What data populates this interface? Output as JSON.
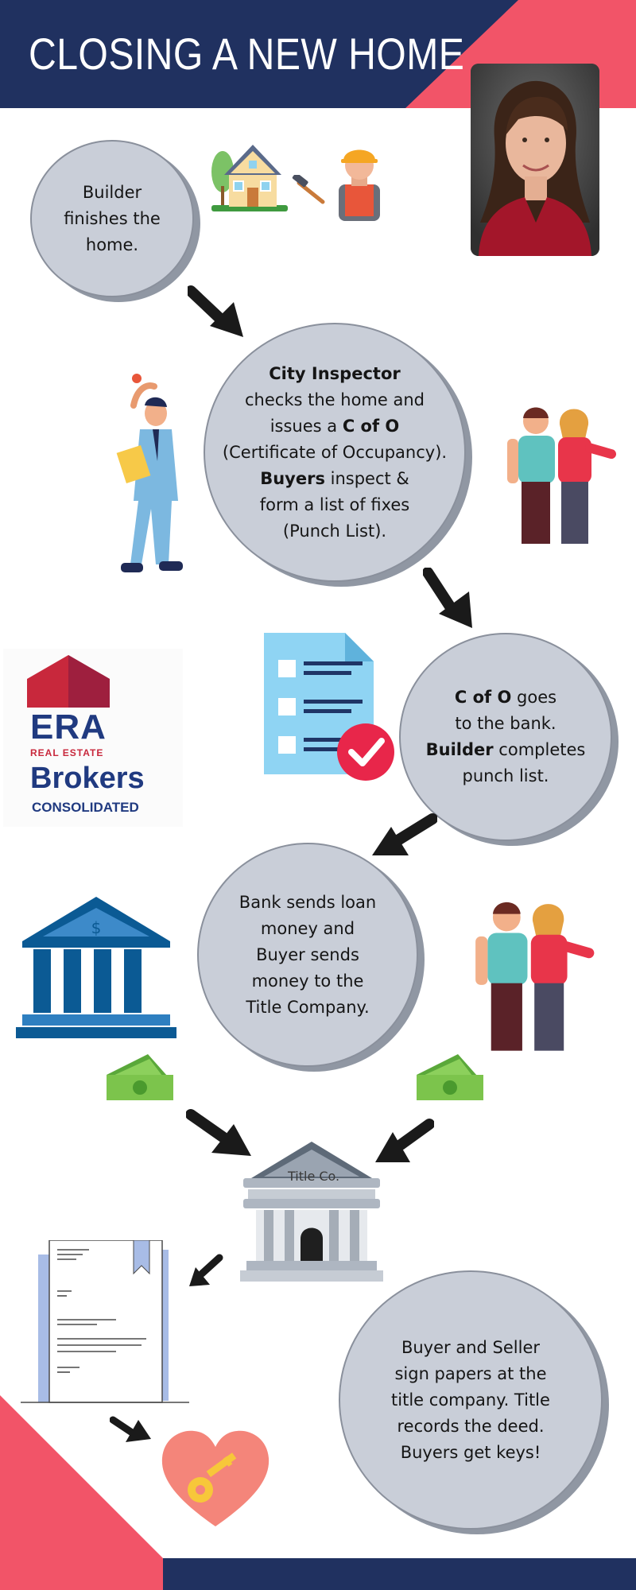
{
  "page": {
    "title": "CLOSING A NEW HOME"
  },
  "steps": {
    "step1": {
      "l1": "Builder",
      "l2": "finishes the",
      "l3": "home."
    },
    "step2": {
      "l1_bold": "City Inspector",
      "l2": "checks  the home and",
      "l3_pre": "issues a ",
      "l3_bold": "C of O",
      "l4": "(Certificate of Occupancy).",
      "l5_bold": "Buyers",
      "l5_post": " inspect &",
      "l6": "form a list of fixes",
      "l7": "(Punch List)."
    },
    "step3": {
      "l1_bold": "C of O",
      "l1_post": " goes",
      "l2": "to the bank.",
      "l3_bold": "Builder",
      "l3_post": " completes",
      "l4": "punch list."
    },
    "step4": {
      "l1": "Bank sends loan",
      "l2": "money and",
      "l3": "Buyer sends",
      "l4": "money to the",
      "l5": "Title Company."
    },
    "step5": {
      "l1": "Buyer and Seller",
      "l2": "sign papers at the",
      "l3": "title company. Title",
      "l4": "records the deed.",
      "l5": "Buyers get keys!"
    }
  },
  "title_company": {
    "label": "Title Co."
  },
  "logo": {
    "line1": "ERA",
    "line2": "REAL ESTATE",
    "line3": "Brokers",
    "line4": "CONSOLIDATED"
  },
  "icons": {
    "house": "house-icon",
    "hammer": "hammer-icon",
    "builder": "builder-worker-icon",
    "inspector": "inspector-person-icon",
    "couple": "couple-icon",
    "checklist": "checklist-document-icon",
    "bank": "bank-building-icon",
    "cash": "cash-money-icon",
    "title_building": "title-company-building-icon",
    "deed": "deed-document-icon",
    "heart_key": "heart-key-icon",
    "arrow": "arrow-icon"
  },
  "colors": {
    "navy": "#203160",
    "coral": "#f25468",
    "bubble": "#c9ced8"
  }
}
